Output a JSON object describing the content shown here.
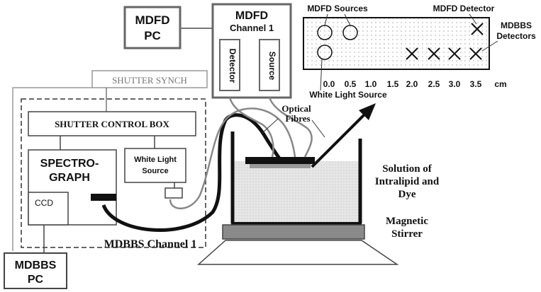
{
  "mdfd_pc": {
    "line1": "MDFD",
    "line2": "PC"
  },
  "mdfd_channel": {
    "line1": "MDFD",
    "line2": "Channel 1",
    "detector": "Detector",
    "source": "Source"
  },
  "shutter_synch": "SHUTTER SYNCH",
  "shutter_control_box": "SHUTTER CONTROL BOX",
  "spectrograph": {
    "line1": "SPECTRO-",
    "line2": "GRAPH"
  },
  "white_light_source": {
    "line1": "White Light",
    "line2": "Source"
  },
  "ccd": "CCD",
  "mdbbs_channel": "MDBBS Channel 1",
  "mdbbs_pc": {
    "line1": "MDBBS",
    "line2": "PC"
  },
  "optical_fibres": {
    "line1": "Optical",
    "line2": "Fibres"
  },
  "solution": {
    "line1": "Solution of",
    "line2": "Intralipid and",
    "line3": "Dye"
  },
  "magnetic_stirrer": {
    "line1": "Magnetic",
    "line2": "Stirrer"
  },
  "probe": {
    "mdfd_sources": "MDFD Sources",
    "mdfd_detector": "MDFD Detector",
    "mdbbs_detectors": {
      "line1": "MDBBS",
      "line2": "Detectors"
    },
    "white_light_source": "White Light Source",
    "scale": [
      "0.0",
      "0.5",
      "1.0",
      "1.5",
      "2.0",
      "2.5",
      "3.0",
      "3.5"
    ],
    "unit": "cm"
  }
}
